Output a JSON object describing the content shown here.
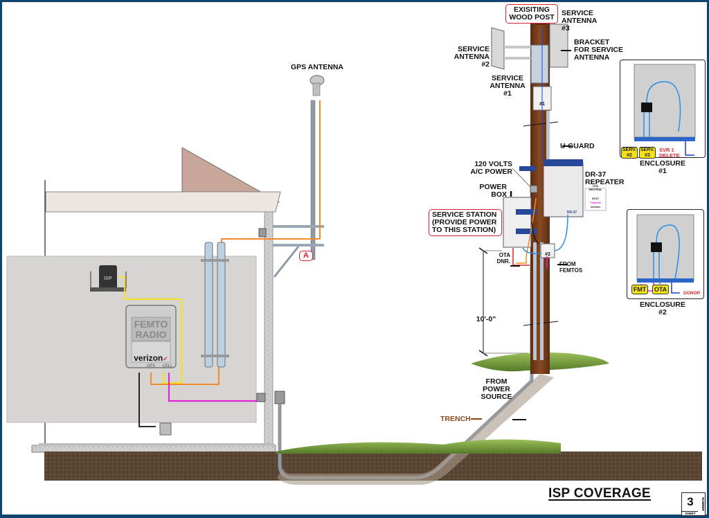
{
  "title": "ISP COVERAGE",
  "sheet": {
    "number": "3",
    "sheet_label": "SHEET",
    "number_label": "NUMBER"
  },
  "labels": {
    "gps_antenna": "GPS ANTENNA",
    "existing_wood_post": "EXISITING\nWOOD POST",
    "service_antenna_3": "SERVICE\nANTENNA\n#3",
    "service_antenna_2": "SERVICE\nANTENNA\n#2",
    "service_antenna_1": "SERVICE\nANTENNA\n#1",
    "bracket": "BRACKET\nFOR SERVICE\nANTENNA",
    "u_guard": "U-GUARD",
    "power_120v": "120 VOLTS\nA/C POWER",
    "power_box": "POWER\nBOX",
    "dr37_repeater": "DR-37\nREPEATER",
    "service_station": "SERVICE STATION\n(PROVIDE POWER\nTO THIS STATION)",
    "ota_dnr": "OTA\nDNR.",
    "from_femtos": "FROM\nFEMTOS",
    "height_dimension": "10'-0\"",
    "from_power_source": "FROM\nPOWER\nSOURCE",
    "trench": "TRENCH",
    "callout_a": "A",
    "box_1": "#1",
    "box_2": "#2",
    "dr37_unit": "DR-37"
  },
  "carrier_badge": {
    "heading": "OTA\nNEUTRAL",
    "carriers": [
      "AT&T",
      "T-Mobile",
      "verizon"
    ]
  },
  "femto": {
    "title": "FEMTO\nRADIO",
    "brand": "verizon",
    "brand_mark": "✓",
    "ports": [
      "GPS",
      "CELL"
    ],
    "isp_label": "ISP"
  },
  "enclosure_1": {
    "caption": "ENCLOSURE\n#1",
    "ports": [
      "SERV.\n#2",
      "SERV.\n#3"
    ],
    "note": "SVR 1\nDELETE"
  },
  "enclosure_2": {
    "caption": "ENCLOSURE\n#2",
    "ports": [
      "FMT",
      "OTA"
    ],
    "note": "DONOR"
  },
  "colors": {
    "frame": "#0f4470",
    "cable_orange": "#f08a2c",
    "cable_yellow": "#f4e21a",
    "cable_magenta": "#e622d8",
    "cable_blue": "#2a8ee8",
    "cable_red": "#e2242c",
    "wood": "#7a3e1c",
    "soil": "#5a4633",
    "grass": "#6b9a3a",
    "callout_red": "#d4242f"
  }
}
